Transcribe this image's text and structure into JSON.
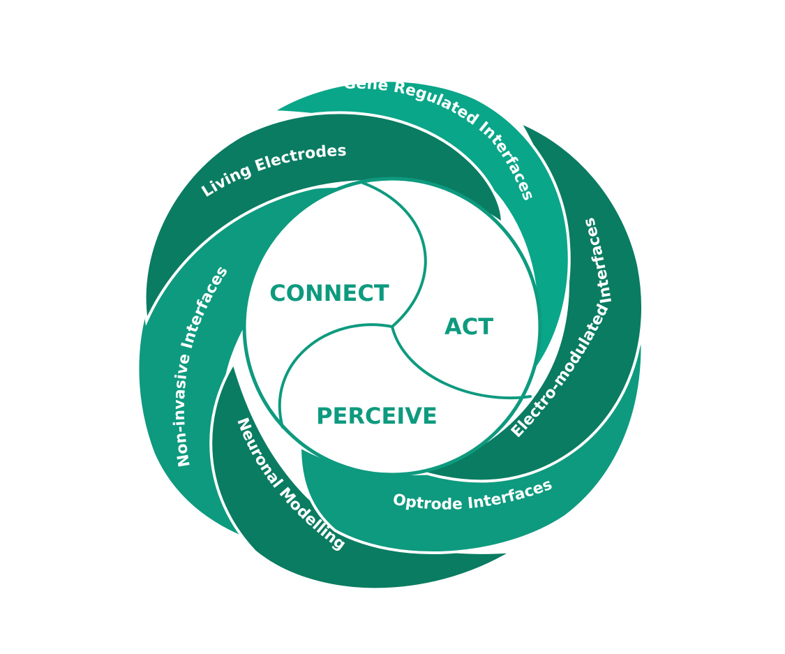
{
  "colors": {
    "dark_green": "#0a7c62",
    "mid_green": "#0e9a7e",
    "light_green": "#0aa68a",
    "text_on_blade": "#ffffff",
    "center_fill": "#ffffff"
  },
  "center": {
    "connect": "CONNECT",
    "act": "ACT",
    "perceive": "PERCEIVE"
  },
  "blades": [
    {
      "label": "Living Electrodes",
      "color": "#0a7c62"
    },
    {
      "label": "Gene Regulated Interfaces",
      "color": "#0aa68a"
    },
    {
      "label": "Electro-modulated Interfaces",
      "color": "#0a7c62"
    },
    {
      "label": "Optrode Interfaces",
      "color": "#0e9a7e"
    },
    {
      "label": "Neuronal  Modelling",
      "color": "#0a7c62"
    },
    {
      "label": "Non-invasive Interfaces",
      "color": "#0e9a7e"
    }
  ]
}
